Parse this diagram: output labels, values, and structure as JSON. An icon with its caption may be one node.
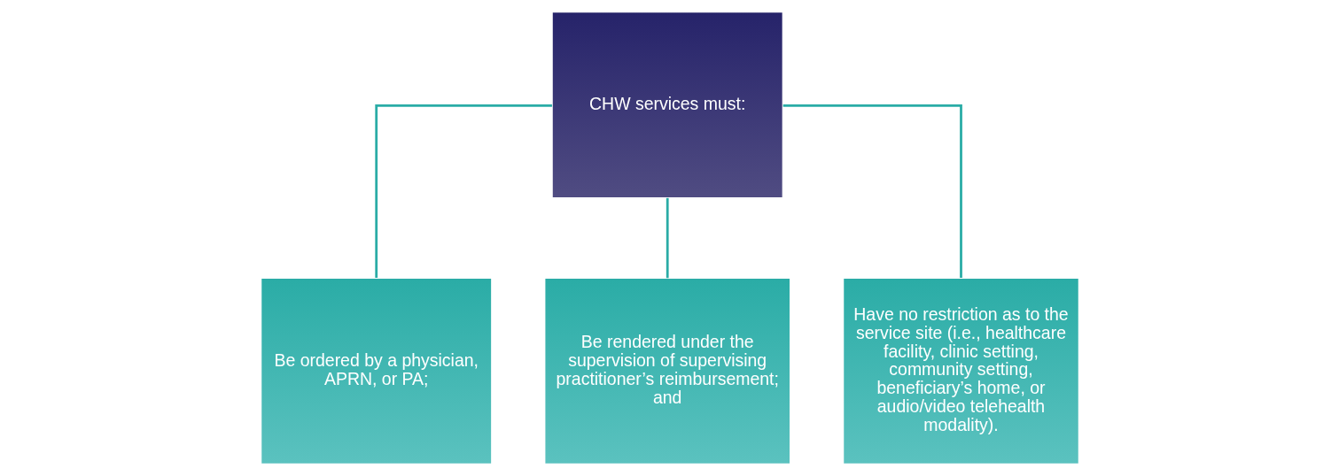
{
  "diagram": {
    "nodes": [
      {
        "text": [
          "CHW services must:"
        ]
      },
      {
        "text": [
          "Be ordered by a physician, APRN, or PA;"
        ]
      },
      {
        "text": [
          "Be rendered under the supervision of supervising practitioner’s reimbursement; and"
        ]
      },
      {
        "text": [
          "Have no restriction as to the service site (i.e., healthcare facility, clinic setting, community setting, beneficiary’s home, or audio/video telehealth modality)."
        ]
      }
    ],
    "edges": [
      {
        "from": 0,
        "to": 1,
        "arrow": "none"
      },
      {
        "from": 0,
        "to": 2,
        "arrow": "none"
      },
      {
        "from": 0,
        "to": 3,
        "arrow": "none"
      }
    ]
  }
}
